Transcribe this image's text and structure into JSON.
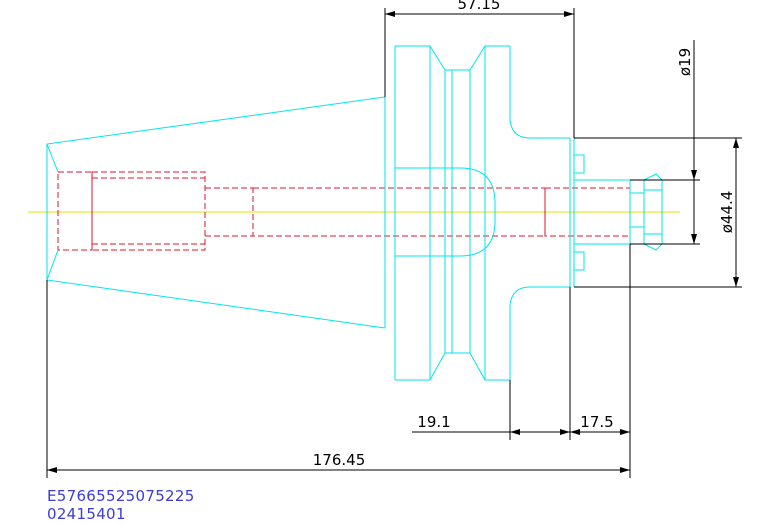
{
  "colors": {
    "outline": "#00e5ee",
    "hidden": "#e0142a",
    "centerline": "#e6e600",
    "dimension": "#000000",
    "code_text": "#3b3bd8"
  },
  "dimensions": {
    "flange_width": "57.15",
    "spigot_diameter": "ø19",
    "shank_diameter": "ø44.4",
    "flange_to_face": "19.1",
    "spigot_length": "17.5",
    "overall_length": "176.45"
  },
  "part_codes": {
    "line1": "E57665525075225",
    "line2": "02415401"
  }
}
